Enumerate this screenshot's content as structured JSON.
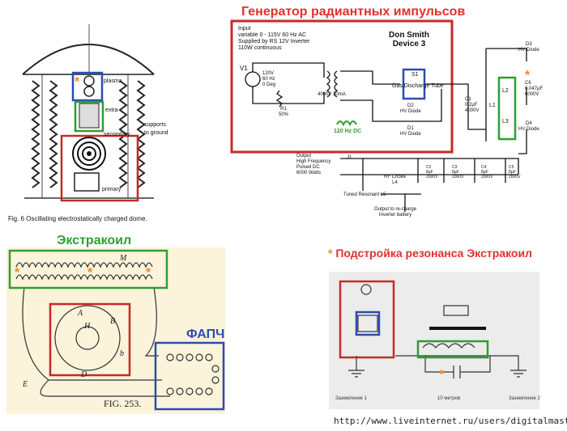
{
  "main_title": "Генератор радиантных импульсов",
  "extracoil_title": "Экстракоил",
  "resonance_title": "Подстройка резонанса Экстракоил",
  "fapch_label": "ФАПЧ",
  "footer_url": "http://www.liveinternet.ru/users/digitalmaster/",
  "fig6": {
    "caption": "Fig. 6 Oscillating electrostatically charged dome.",
    "plasma": "plasma",
    "extra": "extra",
    "secondary": "secondary",
    "supports": "supports\nto ground",
    "primary": "primary"
  },
  "fig253": {
    "caption": "FIG. 253.",
    "letters": [
      "A",
      "B",
      "b",
      "H",
      "M",
      "D",
      "E"
    ]
  },
  "circuit": {
    "input": "Input\nvariable 0 - 115V 60 Hz AC\nSupplied by RS 12V Inverter\n110W continuous",
    "device": "Don Smith\nDevice 3",
    "v1": "V1",
    "v1_spec": "120V\n60 Hz\n0 Deg",
    "r1": "R1\n50%",
    "transformer": "4000V 30mA",
    "s1": "S1",
    "gas_tube": "Gas Discharge Tube",
    "d2": "D2\nHV Diode",
    "d1": "D1\nHV Diode",
    "hz_label": "120 Hz DC",
    "c1": "C1\n0.2µF\n4000V",
    "d3": "D3\nHV Diode",
    "d4": "D4\nHV Diode",
    "c6": "C6\n0.047µF\n6000V",
    "l1": "L1",
    "l2": "L2",
    "l3": "L3",
    "output": "Output\nHigh Frequency\nPulsed DC\n6000 Watts",
    "j1": "J1",
    "rf_choke": "RF Choke\nL4",
    "c2": "C2\n8µF\n2000V",
    "c3": "C3\n8µF\n2000V",
    "c4": "C4\n8µF\n2000V",
    "c5": "C5\n8µF\n2000V",
    "tuned": "Tuned Resonant L5",
    "recharge": "Output to re-charge\nInverter battery"
  },
  "tuning": {
    "ground1": "Заземление 1",
    "ground2": "Заземление 2",
    "distance": "10 метров"
  },
  "colors": {
    "red": "#c62a2a",
    "blue": "#2c4cb3",
    "green": "#2f9e2f",
    "orange": "#f08a24",
    "paper": "#fbf3da"
  }
}
